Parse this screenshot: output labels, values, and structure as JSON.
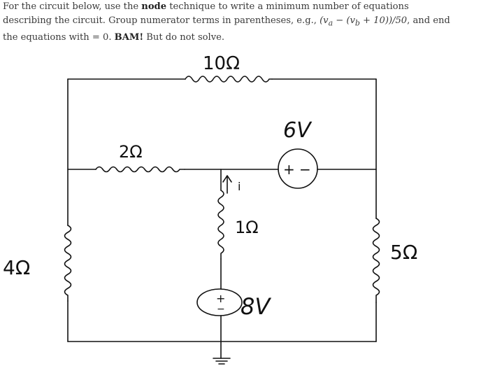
{
  "problem": {
    "p1": "For the circuit below, use the ",
    "node_word": "node",
    "p2": " technique to write a minimum number of equations describing the circuit. Group numerator terms in parentheses, e.g., ",
    "example": "(v",
    "sub_a": "a",
    "minus": " − (v",
    "sub_b": "b",
    "example_end": " + 10))/50",
    "p3": ", and end the equations with = 0. ",
    "bam": "BAM!",
    "p4": " But do not solve."
  },
  "labels": {
    "r_top": "10Ω",
    "r_mid": "2Ω",
    "r_center": "1Ω",
    "r_left": "4Ω",
    "r_right": "5Ω",
    "src_top": "6V",
    "src_top_plus": "+",
    "src_top_minus": "−",
    "src_bottom": "8V",
    "src_bottom_plus": "+",
    "src_bottom_minus": "−",
    "current": "i"
  }
}
